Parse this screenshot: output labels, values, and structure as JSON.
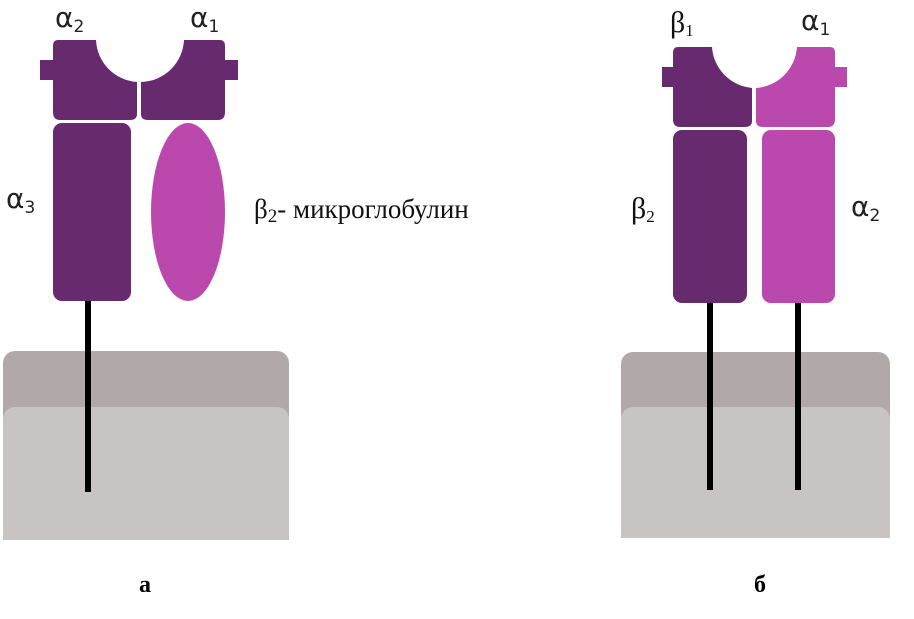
{
  "colors": {
    "dark_domain": "#682a6e",
    "light_domain": "#bb48ad",
    "membrane_top": "#b1a9a9",
    "membrane_body": "#c8c4c4",
    "anchor": "#000000"
  },
  "panel_a": {
    "caption": "а",
    "labels": {
      "alpha2": {
        "sym": "α",
        "sub": "2"
      },
      "alpha1": {
        "sym": "α",
        "sub": "1"
      },
      "alpha3": {
        "sym": "α",
        "sub": "3"
      },
      "beta2m": {
        "sym": "β",
        "sub": "2",
        "rest": "- микроглобулин"
      }
    }
  },
  "panel_b": {
    "caption": "б",
    "labels": {
      "beta1": {
        "sym": "β",
        "sub": "1"
      },
      "alpha1": {
        "sym": "α",
        "sub": "1"
      },
      "beta2": {
        "sym": "β",
        "sub": "2"
      },
      "alpha2": {
        "sym": "α",
        "sub": "2"
      }
    }
  }
}
